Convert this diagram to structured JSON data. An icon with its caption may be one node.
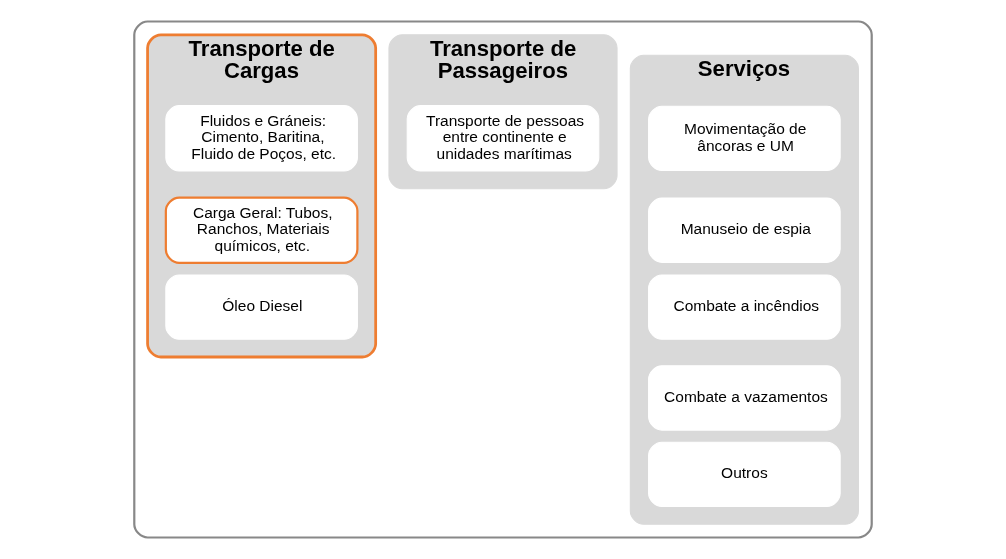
{
  "diagram": {
    "nodes": [
      {
        "text": [],
        "shape": "box"
      },
      {
        "text": [
          "Transporte de Cargas"
        ],
        "in": 0
      },
      {
        "text": [
          "Fluidos e Gráneis: Cimento, Baritina, Fluido de Poços, etc."
        ],
        "in": 1
      },
      {
        "text": [
          "Carga Geral: Tubos, Ranchos, Materiais químicos, etc."
        ],
        "in": 1
      },
      {
        "text": [
          "Óleo Diesel"
        ],
        "in": 1
      },
      {
        "text": [
          "Transporte de Passageiros"
        ],
        "in": 0
      },
      {
        "text": [
          "Transporte de pessoas entre continente e unidades marítimas"
        ],
        "in": 5
      },
      {
        "text": [
          "Serviços"
        ],
        "in": 0
      },
      {
        "text": [
          "Movimentação de âncoras e UM"
        ],
        "in": 7
      },
      {
        "text": [
          "Manuseio de espia"
        ],
        "in": 7
      },
      {
        "text": [
          "Combate a incêndios"
        ],
        "in": 7
      },
      {
        "text": [
          "Combate a vazamentos"
        ],
        "in": 7
      },
      {
        "text": [
          "Outros"
        ],
        "in": 7
      }
    ]
  }
}
